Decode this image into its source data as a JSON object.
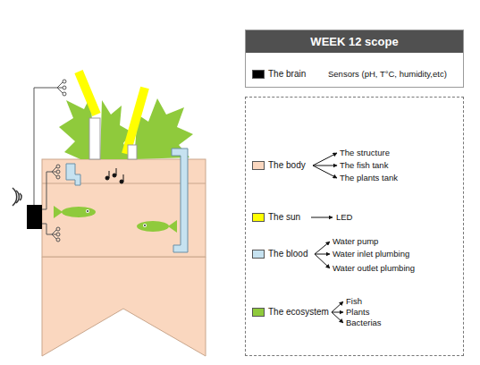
{
  "diagram": {
    "nodes": [
      {
        "text": [
          "WEEK 12 scope"
        ]
      }
    ],
    "labels": [
      "Sensors (pH, T°C, humidity,etc)",
      "The structure",
      "The fish tank",
      "The plants tank",
      "LED",
      "Water pump",
      "Water inlet plumbing",
      "Water outlet plumbing",
      "Fish",
      "Plants",
      "Bacterias"
    ],
    "legend": [
      {
        "text": "The brain",
        "color": "#000000"
      },
      {
        "text": "The body",
        "color": "#fad7bf"
      },
      {
        "text": "The sun",
        "color": "#ffff00"
      },
      {
        "text": "The blood",
        "color": "#c6e2f0"
      },
      {
        "text": "The ecosystem",
        "color": "#8fca3c"
      }
    ]
  }
}
